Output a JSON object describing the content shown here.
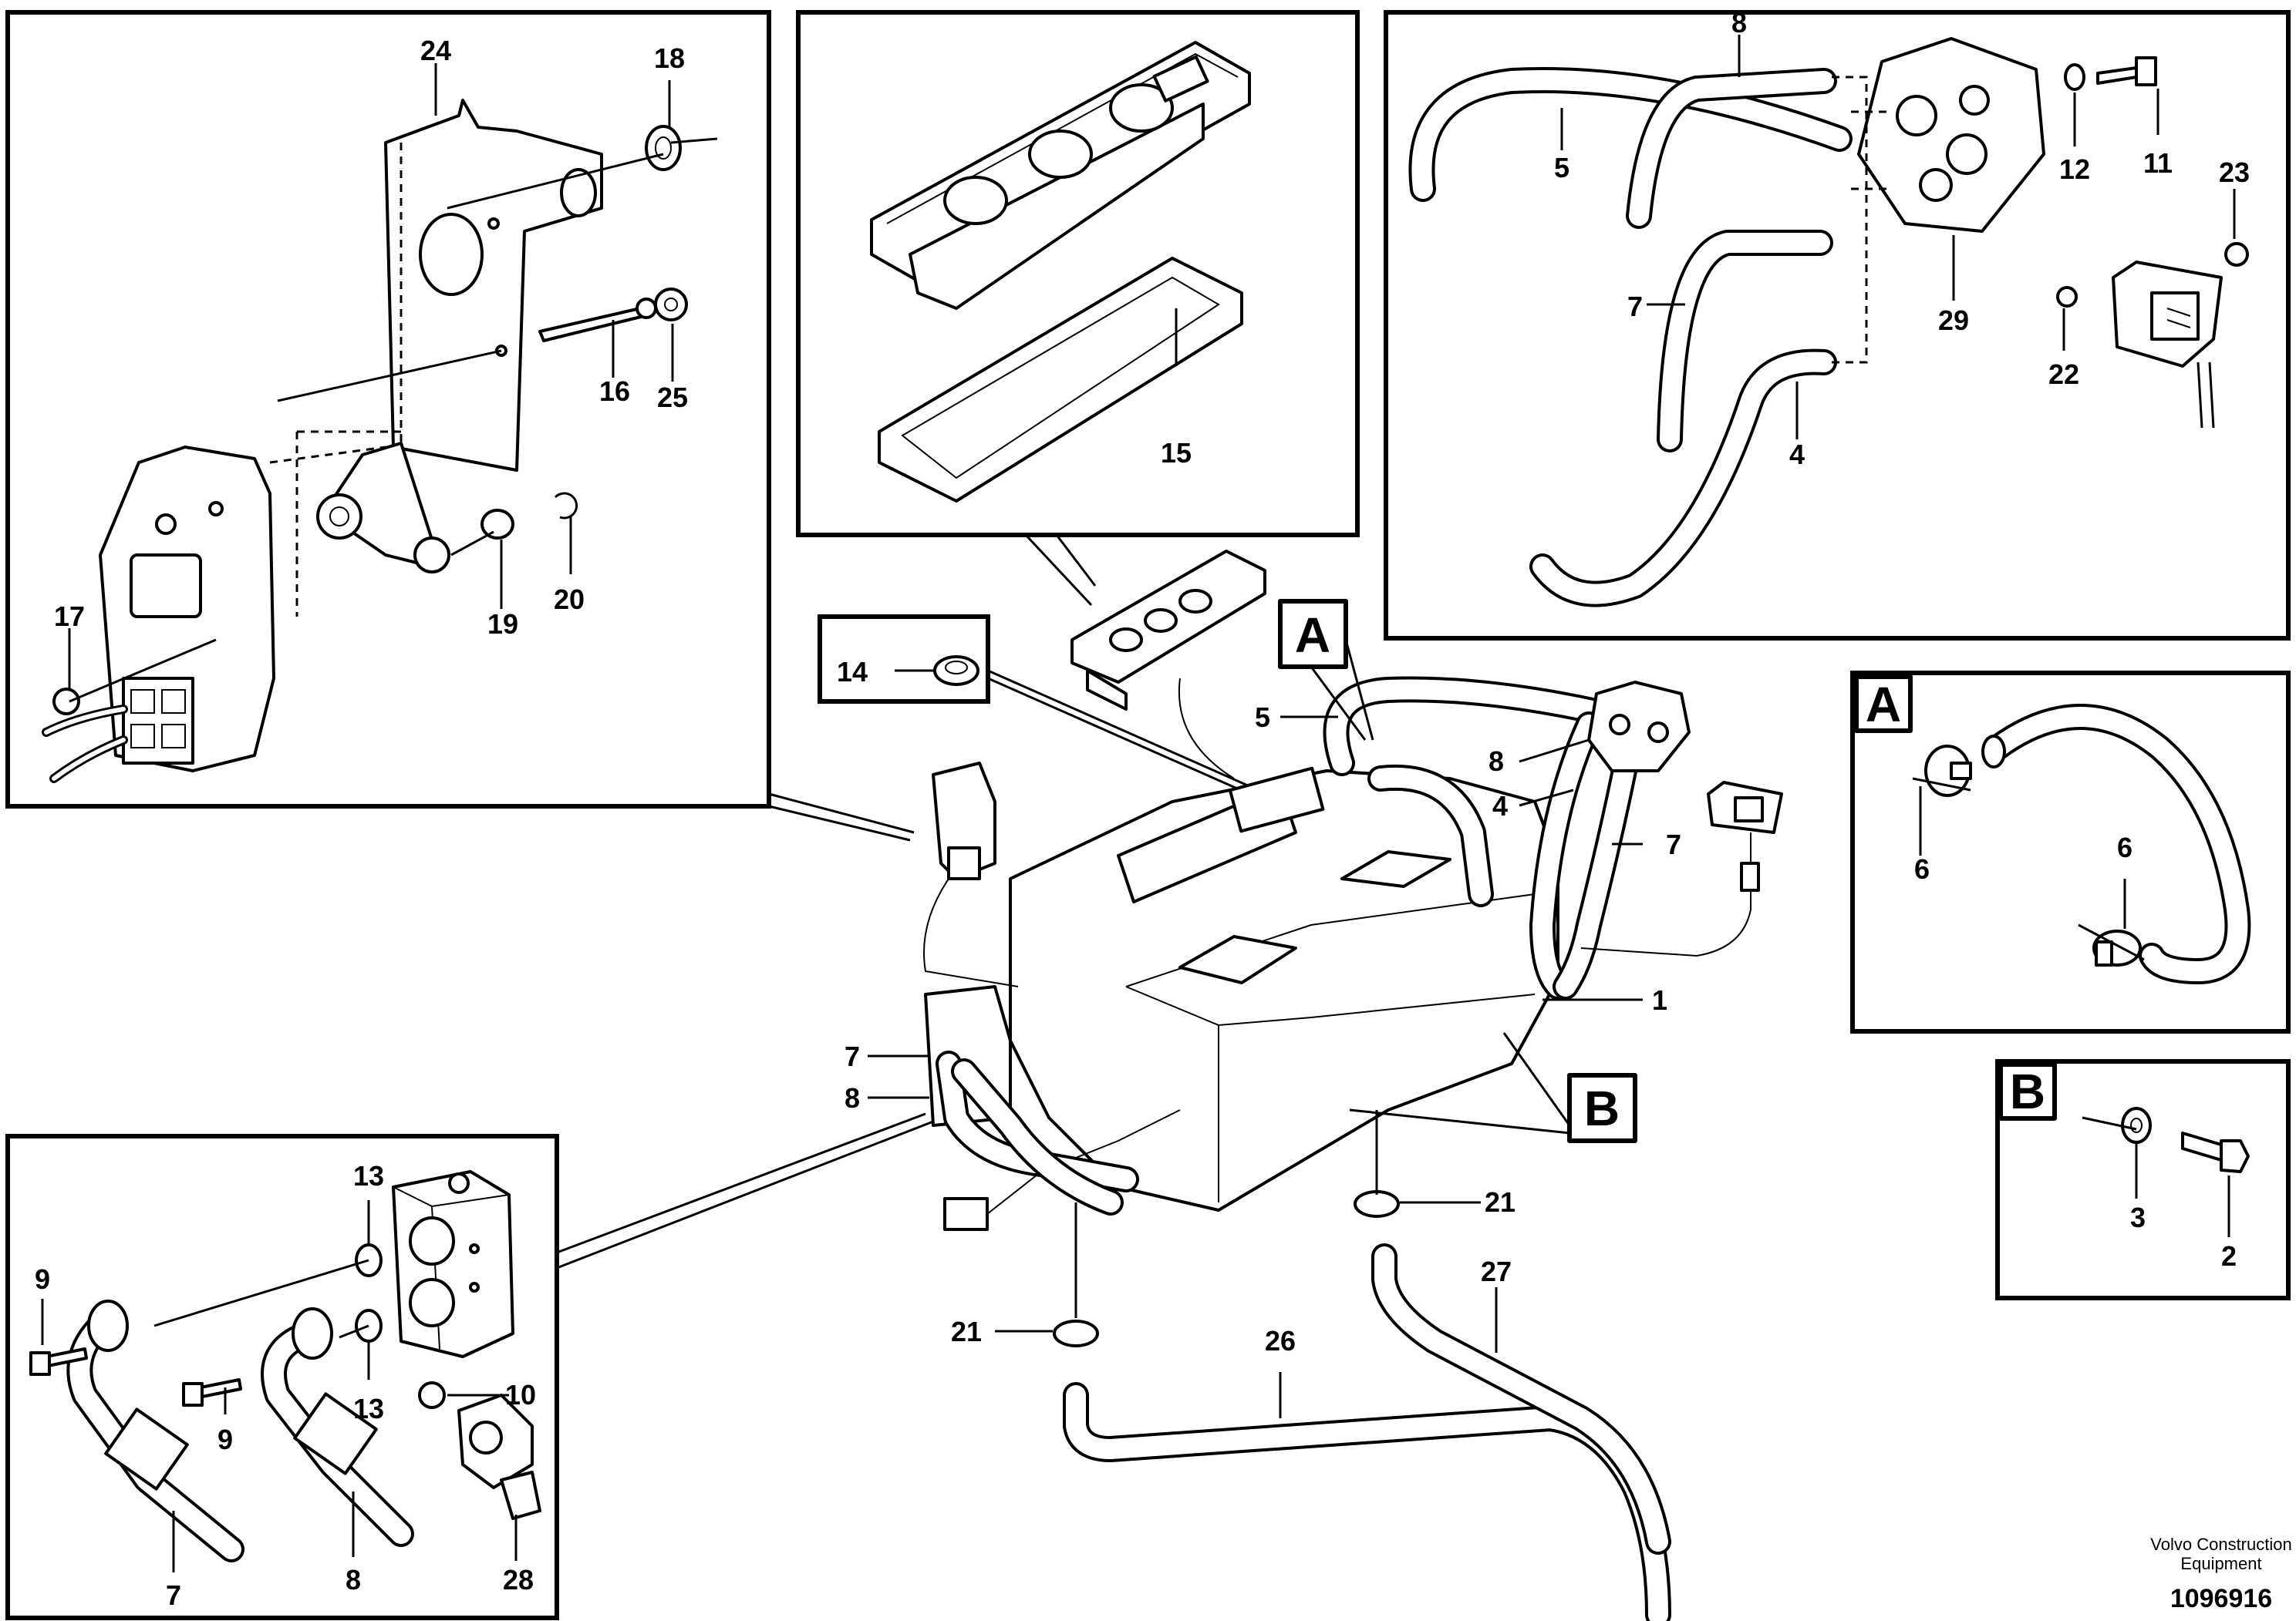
{
  "labels": {
    "l24": "24",
    "l18": "18",
    "l16": "16",
    "l25": "25",
    "l17": "17",
    "l19": "19",
    "l20": "20",
    "l15": "15",
    "l14": "14",
    "l8a": "8",
    "l5a": "5",
    "l12": "12",
    "l11": "11",
    "l23": "23",
    "l7a": "7",
    "l29": "29",
    "l22": "22",
    "l4a": "4",
    "l6a": "6",
    "l6b": "6",
    "l3": "3",
    "l2": "2",
    "l5b": "5",
    "l8b": "8",
    "l4b": "4",
    "l7b": "7",
    "l1": "1",
    "l7c": "7",
    "l8c": "8",
    "l21a": "21",
    "l21b": "21",
    "l27": "27",
    "l26": "26",
    "l13a": "13",
    "l13b": "13",
    "l9a": "9",
    "l9b": "9",
    "l10": "10",
    "l7d": "7",
    "l8d": "8",
    "l28": "28"
  },
  "callouts": {
    "a_main": "A",
    "b_main": "B",
    "a_detail": "A",
    "b_detail": "B"
  },
  "footer": {
    "company_line1": "Volvo Construction",
    "company_line2": "Equipment",
    "drawing_number": "1096916"
  }
}
